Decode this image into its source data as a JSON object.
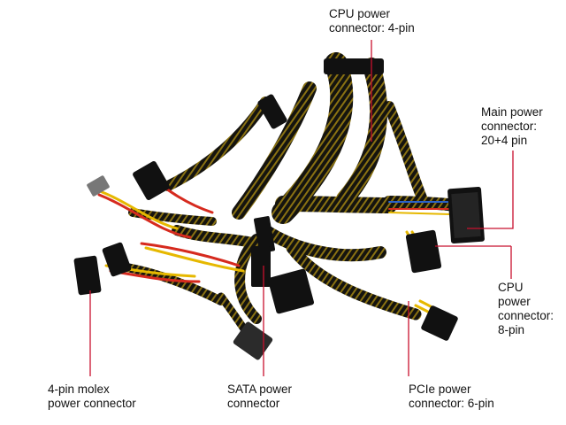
{
  "labels": {
    "cpu_4pin": {
      "line1": "CPU power",
      "line2": "connector: 4-pin"
    },
    "main_power": {
      "line1": "Main power",
      "line2": "connector:",
      "line3": "20+4 pin"
    },
    "cpu_8pin": {
      "line1": "CPU",
      "line2": "power",
      "line3": "connector:",
      "line4": "8-pin"
    },
    "molex": {
      "line1": "4-pin molex",
      "line2": "power connector"
    },
    "sata": {
      "line1": "SATA power",
      "line2": "connector"
    },
    "pcie": {
      "line1": "PCIe power",
      "line2": "connector: 6-pin"
    }
  },
  "colors": {
    "leader_line": "#c8102e",
    "sleeve_dark": "#15140f",
    "sleeve_weave": "#a88a16",
    "wire_red": "#d62a1e",
    "wire_yellow": "#e6b800",
    "connector_black": "#111111",
    "label_text": "#111111"
  },
  "connector_types": [
    "20+4 pin main",
    "4-pin CPU",
    "8-pin CPU",
    "6-pin PCIe",
    "SATA",
    "4-pin molex"
  ]
}
